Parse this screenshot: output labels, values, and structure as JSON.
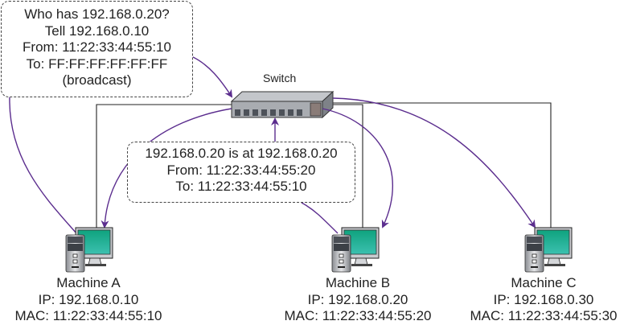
{
  "diagram": {
    "switch": {
      "label": "Switch"
    },
    "request_message": {
      "lines": [
        "Who has 192.168.0.20?",
        "Tell 192.168.0.10",
        "From: 11:22:33:44:55:10",
        "To: FF:FF:FF:FF:FF:FF",
        "(broadcast)"
      ]
    },
    "reply_message": {
      "lines": [
        "192.168.0.20 is at 192.168.0.20",
        "From: 11:22:33:44:55:20",
        "To: 11:22:33:44:55:10"
      ]
    },
    "machines": [
      {
        "name": "Machine A",
        "ip": "IP: 192.168.0.10",
        "mac": "MAC: 11:22:33:44:55:10"
      },
      {
        "name": "Machine B",
        "ip": "IP: 192.168.0.20",
        "mac": "MAC: 11:22:33:44:55:20"
      },
      {
        "name": "Machine C",
        "ip": "IP: 192.168.0.30",
        "mac": "MAC: 11:22:33:44:55:30"
      }
    ],
    "colors": {
      "arrow": "#5b2d8e",
      "screen": "#17a98e",
      "wire": "#222222"
    }
  }
}
